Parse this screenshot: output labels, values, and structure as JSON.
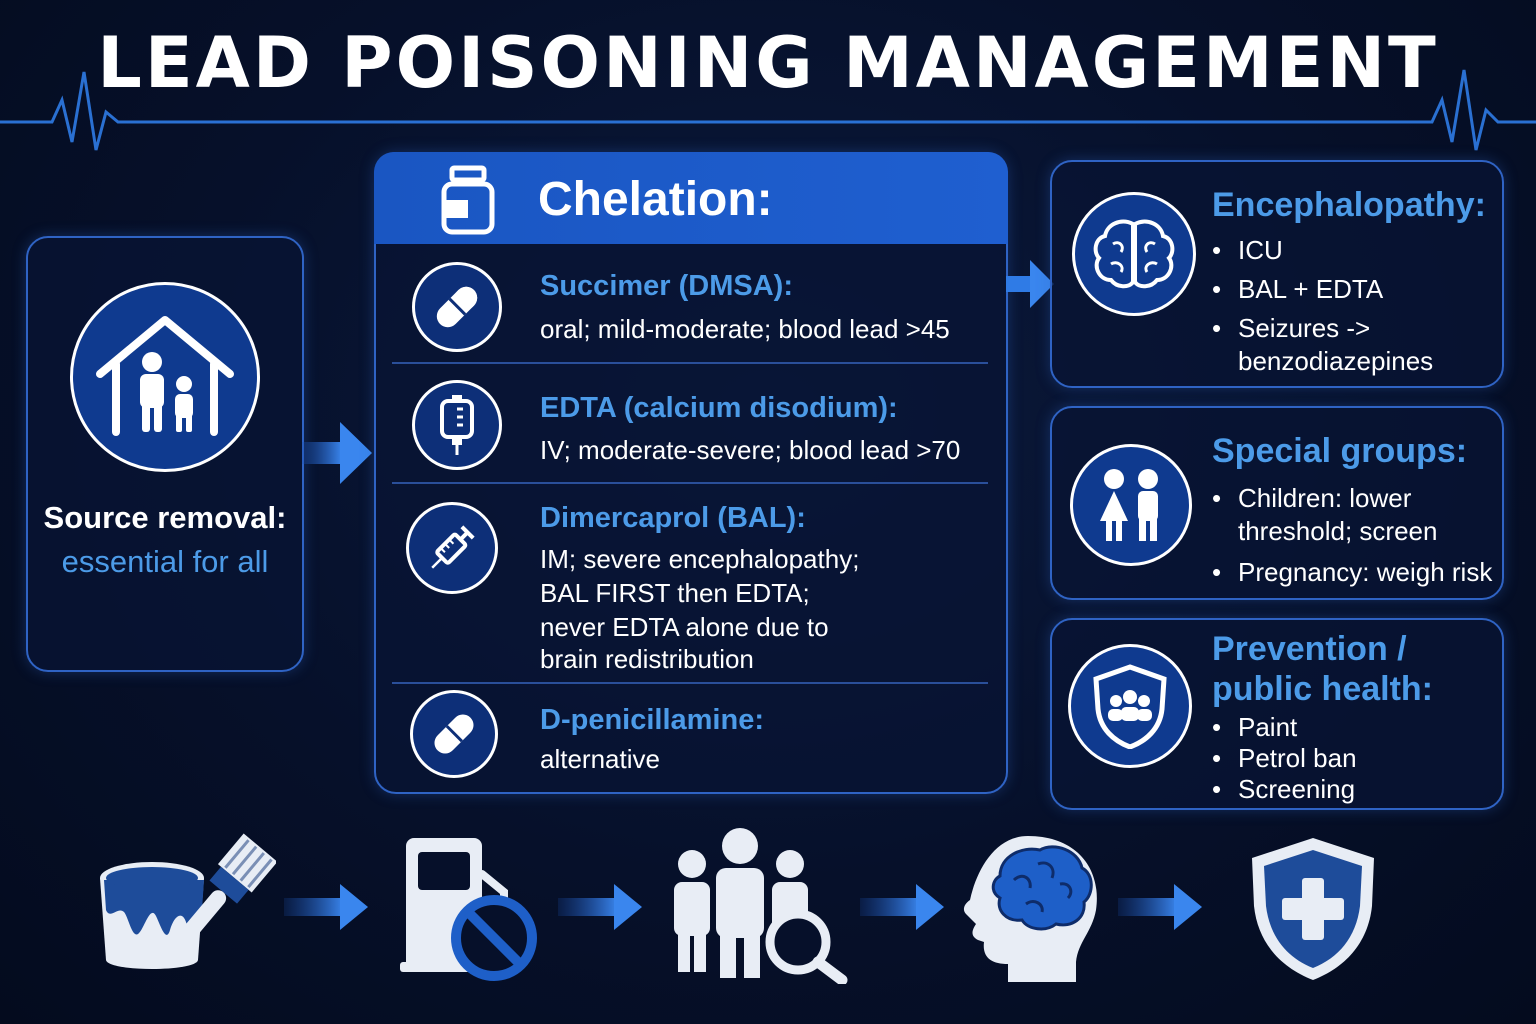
{
  "title": "LEAD POISONING MANAGEMENT",
  "colors": {
    "accent": "#4c9be8",
    "primary": "#1a56c2",
    "background": "#06102a",
    "border": "#2f63c4"
  },
  "source": {
    "title": "Source removal:",
    "subtitle": "essential for all",
    "icon": "house-family-icon"
  },
  "chelation": {
    "title": "Chelation:",
    "icon": "medicine-bottle-icon",
    "drugs": [
      {
        "name": "Succimer (DMSA):",
        "desc": [
          "oral; mild-moderate; blood lead >45"
        ],
        "icon": "capsule-icon"
      },
      {
        "name": "EDTA (calcium disodium):",
        "desc": [
          "IV; moderate-severe; blood lead >70"
        ],
        "icon": "iv-bag-icon"
      },
      {
        "name": "Dimercaprol (BAL):",
        "desc": [
          "IM; severe encephalopathy;",
          "BAL FIRST then EDTA;",
          "never EDTA alone due to",
          "brain redistribution"
        ],
        "icon": "syringe-icon"
      },
      {
        "name": "D-penicillamine:",
        "desc": [
          "alternative"
        ],
        "icon": "capsule-icon"
      }
    ]
  },
  "encephalopathy": {
    "title": "Encephalopathy:",
    "items": [
      "ICU",
      "BAL + EDTA",
      "Seizures ->"
    ],
    "item_cont": "benzodiazepines",
    "icon": "brain-icon"
  },
  "special_groups": {
    "title": "Special groups:",
    "items": [
      "Children: lower",
      "Pregnancy: weigh risk"
    ],
    "item_cont": "threshold; screen",
    "icon": "children-icon"
  },
  "prevention": {
    "title_line1": "Prevention /",
    "title_line2": "public health:",
    "items": [
      "Paint",
      "Petrol ban",
      "Screening"
    ],
    "icon": "shield-people-icon"
  },
  "bottom_icons": [
    "paint-can-icon",
    "no-petrol-icon",
    "population-screening-icon",
    "head-brain-icon",
    "medical-shield-icon"
  ]
}
